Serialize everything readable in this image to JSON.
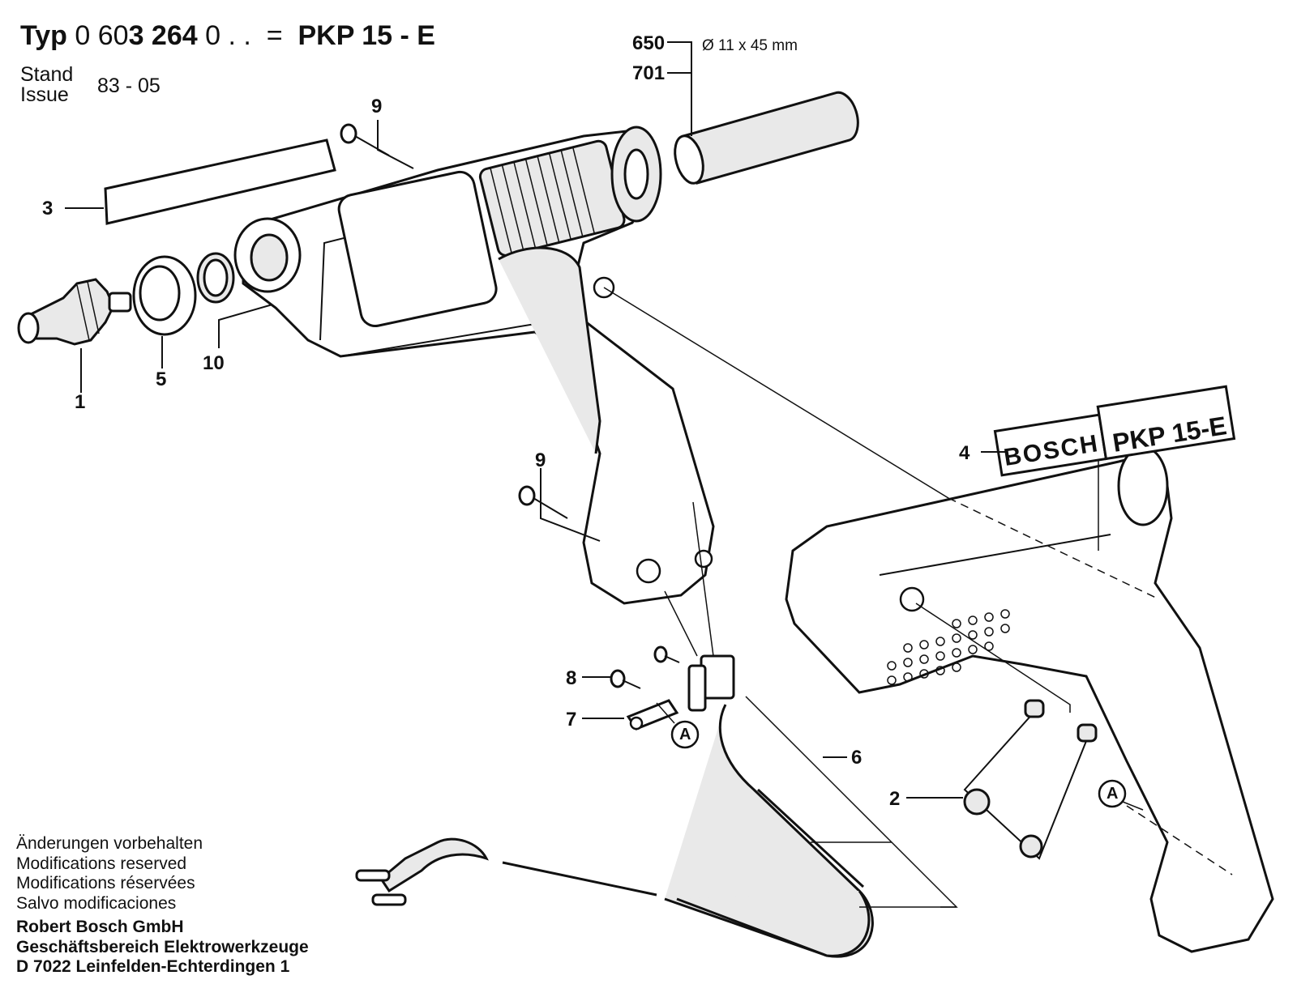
{
  "header": {
    "typ_word": "Typ",
    "typ_number_part1": "0 60",
    "typ_number_part2": "3 264",
    "typ_number_part3": "0 . .",
    "equals": "=",
    "model": "PKP 15 - E"
  },
  "issue": {
    "label_de": "Stand",
    "label_en": "Issue",
    "code": "83 - 05"
  },
  "cartridge_spec": {
    "ref_650": "650",
    "ref_701": "701",
    "size": "Ø 11 x 45 mm"
  },
  "part_numbers": {
    "p1": "1",
    "p2": "2",
    "p3": "3",
    "p4": "4",
    "p5": "5",
    "p6": "6",
    "p7": "7",
    "p8": "8",
    "p9_top": "9",
    "p9_mid": "9",
    "p10": "10"
  },
  "callouts": {
    "a_left": "A",
    "a_right": "A"
  },
  "nameplate": {
    "brand": "BOSCH",
    "model": "PKP 15-E"
  },
  "footer": {
    "line1": "Änderungen vorbehalten",
    "line2": "Modifications reserved",
    "line3": "Modifications réservées",
    "line4": "Salvo modificaciones",
    "company": "Robert Bosch GmbH",
    "division": "Geschäftsbereich Elektrowerkzeuge",
    "address": "D 7022 Leinfelden-Echterdingen 1"
  }
}
